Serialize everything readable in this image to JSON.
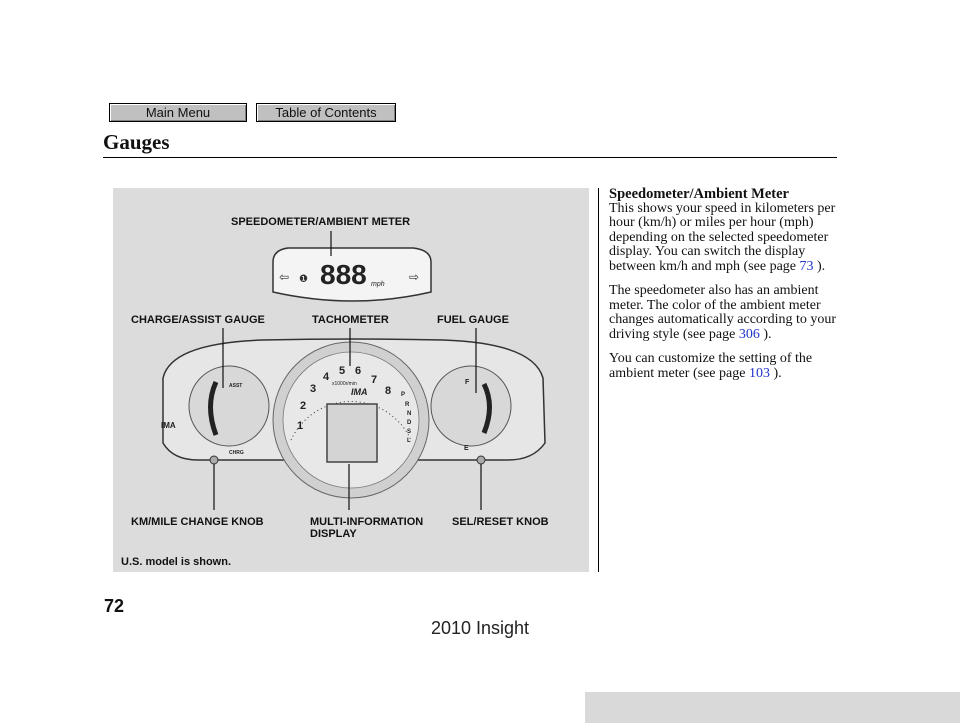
{
  "nav": {
    "main_menu": "Main Menu",
    "table_of_contents": "Table of Contents"
  },
  "section_title": "Gauges",
  "figure": {
    "labels": {
      "speedometer": "SPEEDOMETER/AMBIENT METER",
      "charge_assist": "CHARGE/ASSIST GAUGE",
      "tachometer": "TACHOMETER",
      "fuel": "FUEL GAUGE",
      "km_mile_knob": "KM/MILE CHANGE KNOB",
      "multi_info_line1": "MULTI-INFORMATION",
      "multi_info_line2": "DISPLAY",
      "sel_reset": "SEL/RESET KNOB"
    },
    "note": "U.S. model is shown.",
    "speed_digits": "888",
    "speed_unit": "mph",
    "tach_numbers": [
      "1",
      "2",
      "3",
      "4",
      "5",
      "6",
      "7",
      "8"
    ],
    "tach_unit": "x1000r/min",
    "ima_label": "IMA",
    "gear_letters": [
      "P",
      "R",
      "N",
      "D",
      "S",
      "L"
    ],
    "fuel_full": "F",
    "fuel_empty": "E",
    "assist_label": "ASST",
    "charge_label": "CHRG"
  },
  "body": {
    "heading": "Speedometer/Ambient Meter",
    "p1": "This shows your speed in kilometers per hour (km/h) or miles per hour (mph) depending on the selected speedometer display. You can switch the display between km/h and mph (see page",
    "p1_ref": "73",
    "p1_end": " ).",
    "p2": "The speedometer also has an ambient meter. The color of the ambient meter changes automatically according to your driving style (see page",
    "p2_ref": "306",
    "p2_end": " ).",
    "p3": "You can customize the setting of the ambient meter (see page",
    "p3_ref": "103",
    "p3_end": " )."
  },
  "page_number": "72",
  "footer": "2010 Insight"
}
